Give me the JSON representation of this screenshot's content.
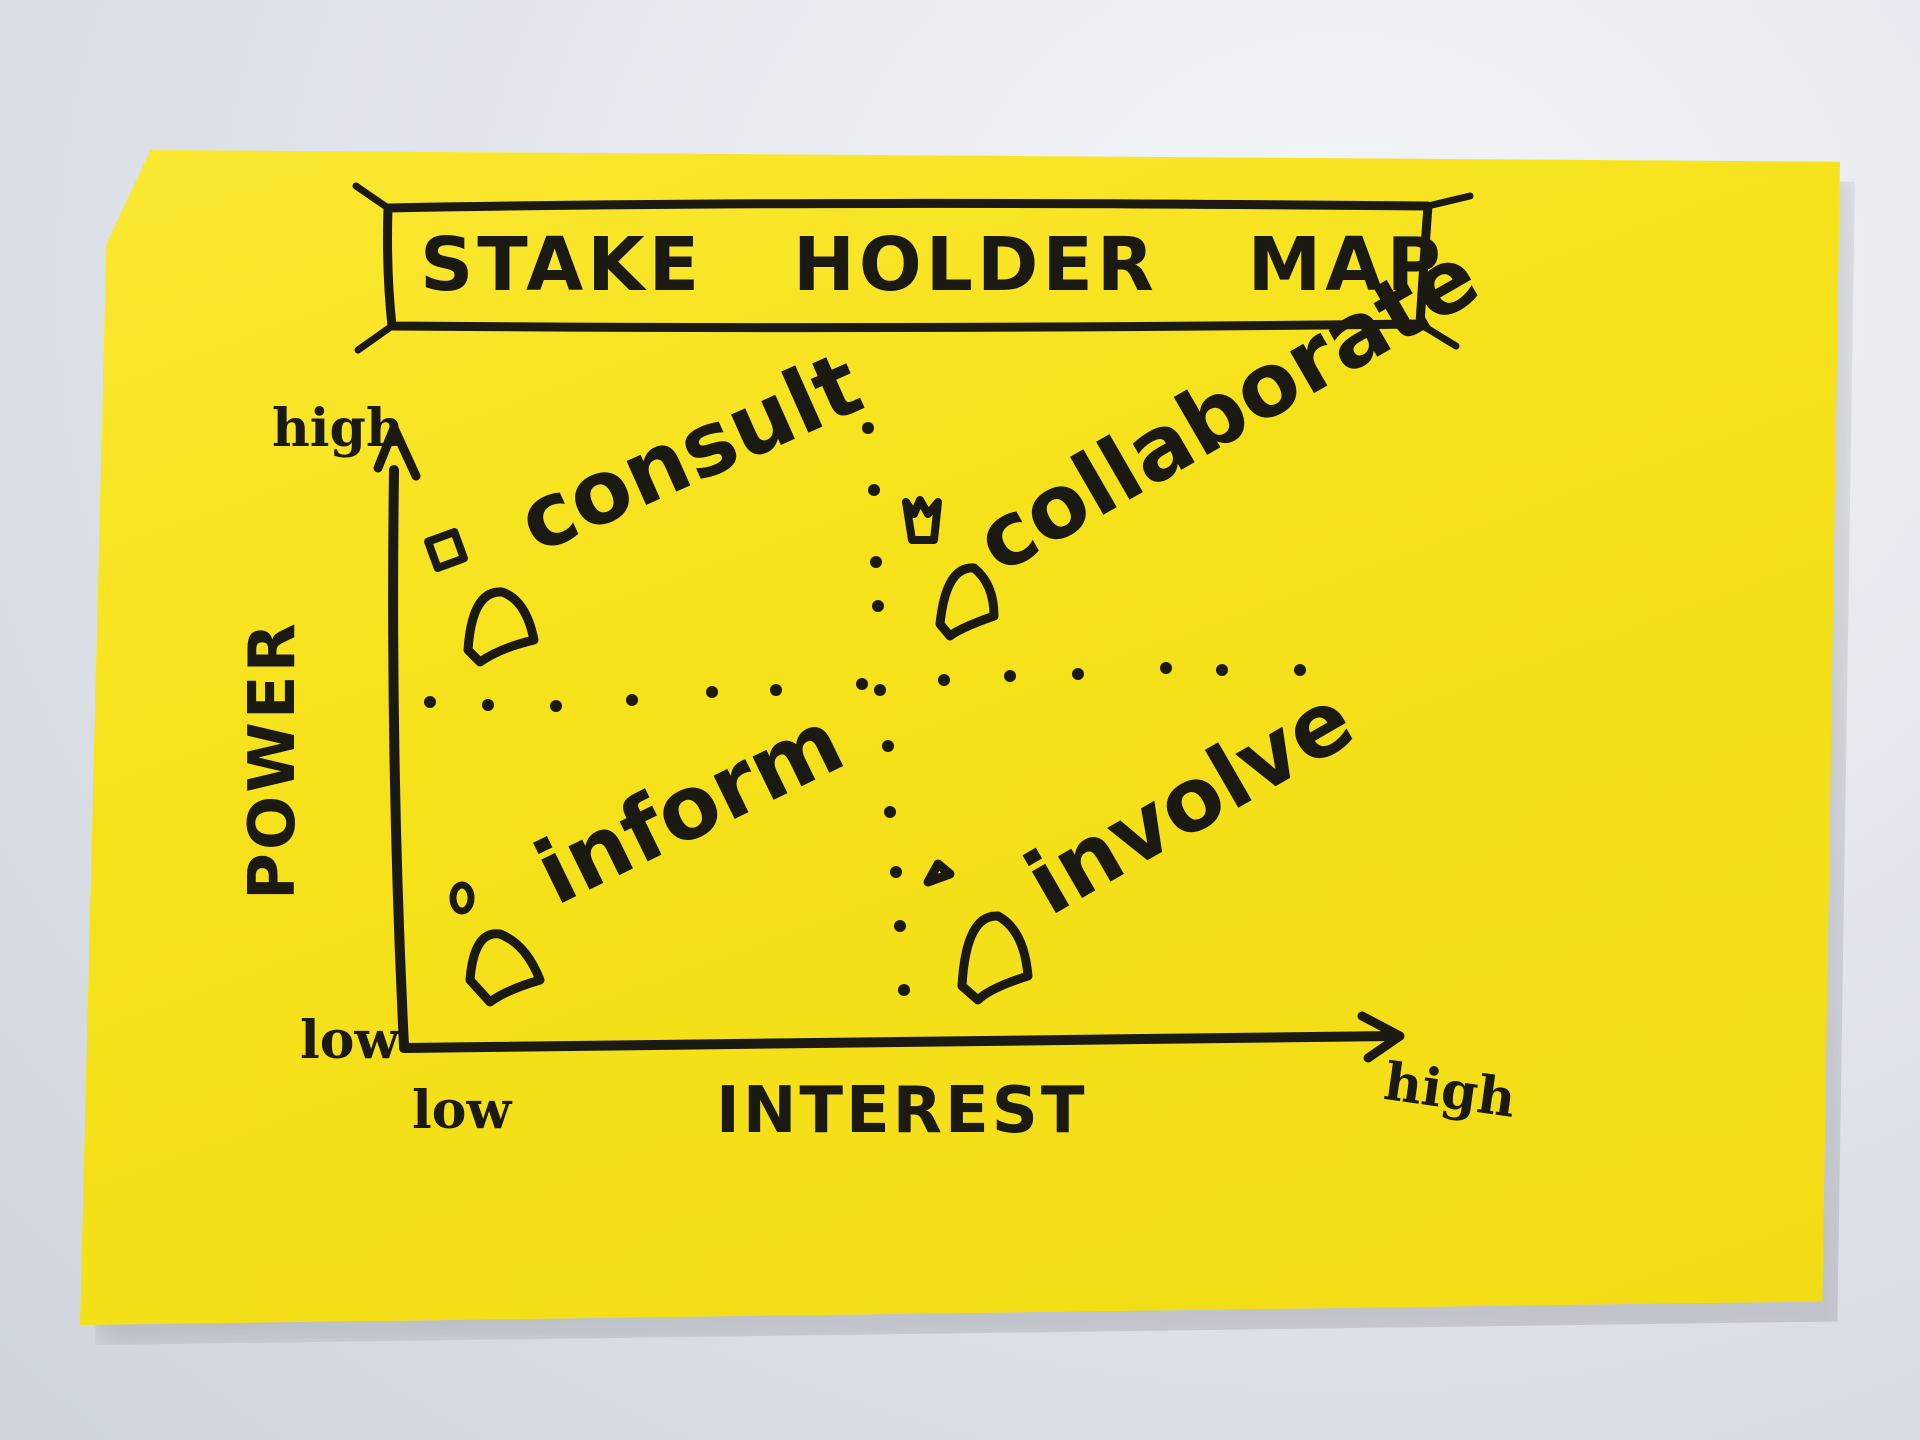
{
  "title": "STAKE HOLDER MAP",
  "axes": {
    "y_label": "POWER",
    "y_high": "high",
    "y_low": "low",
    "x_label": "INTEREST",
    "x_low": "low",
    "x_high": "high"
  },
  "quadrants": {
    "top_left": "consult",
    "top_right": "collaborate",
    "bottom_left": "inform",
    "bottom_right": "involve"
  },
  "colors": {
    "note": "#f6e21a",
    "ink": "#1a1a12",
    "background": "#dfe3ea"
  }
}
